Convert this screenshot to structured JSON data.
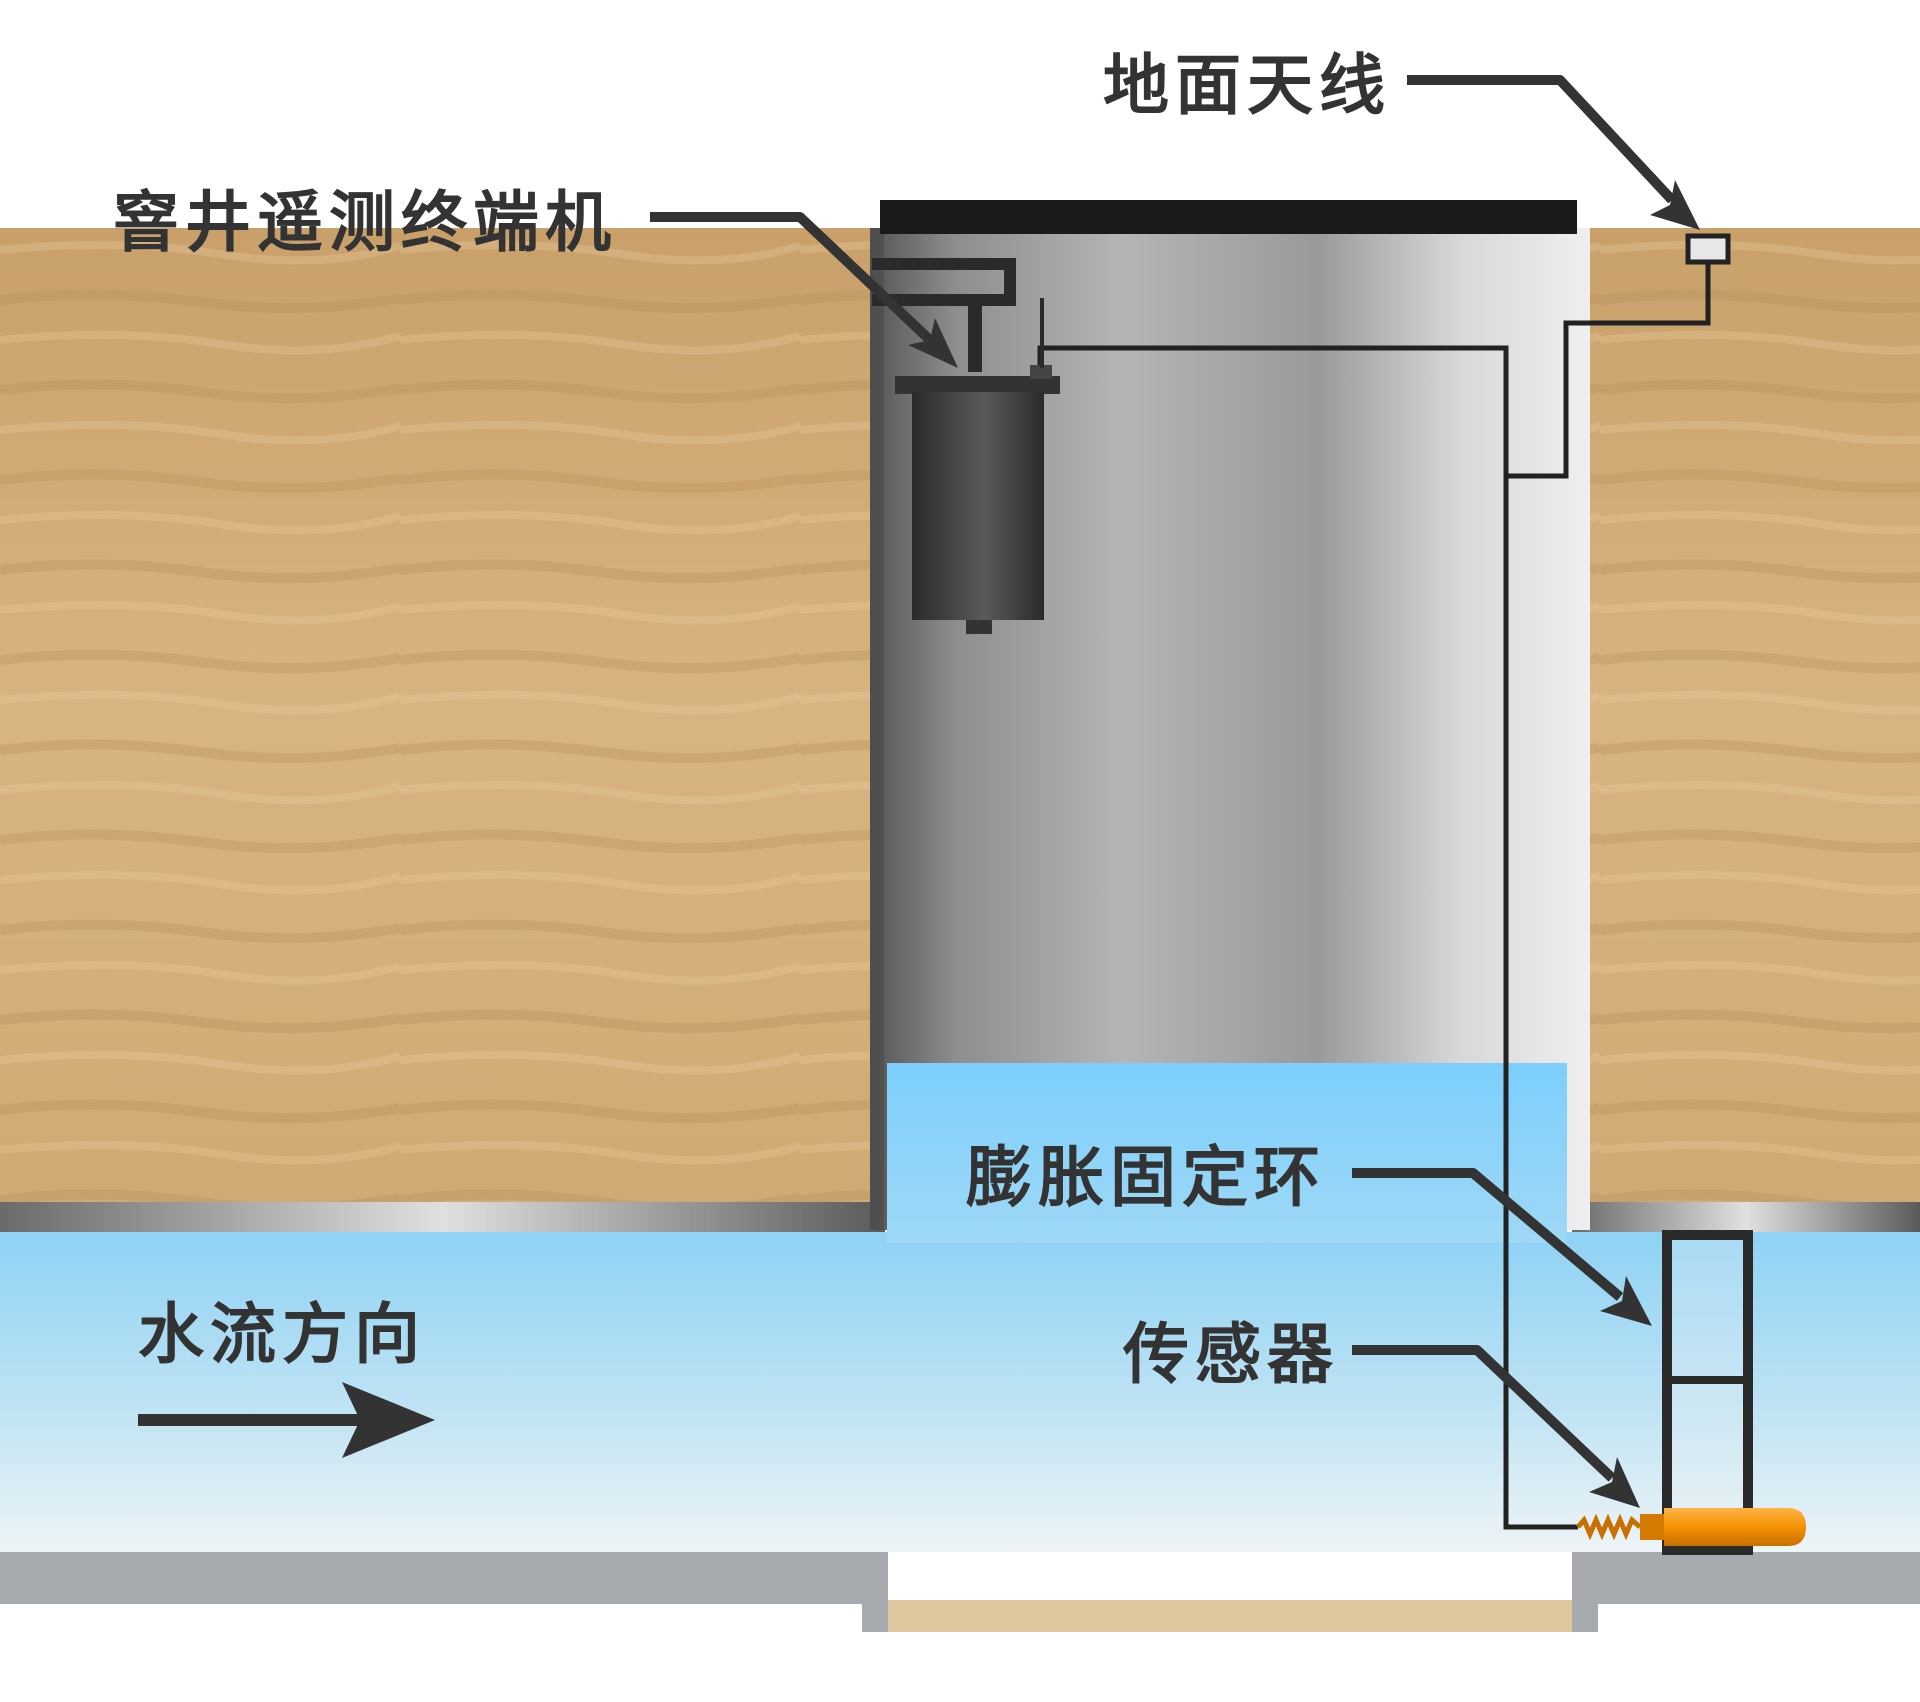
{
  "labels": {
    "terminal": "窨井遥测终端机",
    "antenna": "地面天线",
    "ring": "膨胀固定环",
    "sensor": "传感器",
    "flow": "水流方向"
  },
  "colors": {
    "soil": "#d2ac78",
    "water": "#7ccffd",
    "pipe_floor": "#a7abb0",
    "cover": "#1a1a1a",
    "sensor": "#f39200",
    "line": "#333333"
  }
}
